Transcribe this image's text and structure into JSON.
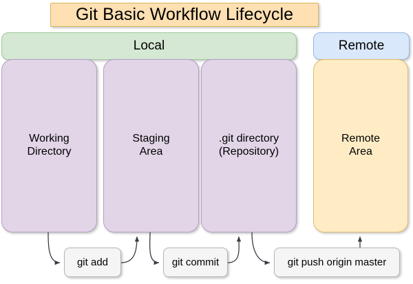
{
  "title": {
    "text": "Git Basic Workflow Lifecycle",
    "fill": "#ffe0b3",
    "stroke": "#d6b656"
  },
  "lanes": [
    {
      "label": "Local",
      "fill": "#d5e8d4",
      "stroke": "#9fc79c"
    },
    {
      "label": "Remote",
      "fill": "#dae8fc",
      "stroke": "#9ab6dd"
    }
  ],
  "areas": [
    {
      "label": "Working\nDirectory",
      "fill": "#e1d5e7",
      "stroke": "#b39ec1",
      "lane": "Local"
    },
    {
      "label": "Staging\nArea",
      "fill": "#e1d5e7",
      "stroke": "#b39ec1",
      "lane": "Local"
    },
    {
      "label": ".git directory\n(Repository)",
      "fill": "#e1d5e7",
      "stroke": "#b39ec1",
      "lane": "Local"
    },
    {
      "label": "Remote\nArea",
      "fill": "#ffecc4",
      "stroke": "#e0bb6d",
      "lane": "Remote"
    }
  ],
  "commands": [
    {
      "label": "git add",
      "from": "Working Directory",
      "to": "Staging Area"
    },
    {
      "label": "git commit",
      "from": "Staging Area",
      "to": ".git directory (Repository)"
    },
    {
      "label": "git push origin master",
      "from": ".git directory (Repository)",
      "to": "Remote Area"
    }
  ],
  "edge_color": "#3b3b45"
}
